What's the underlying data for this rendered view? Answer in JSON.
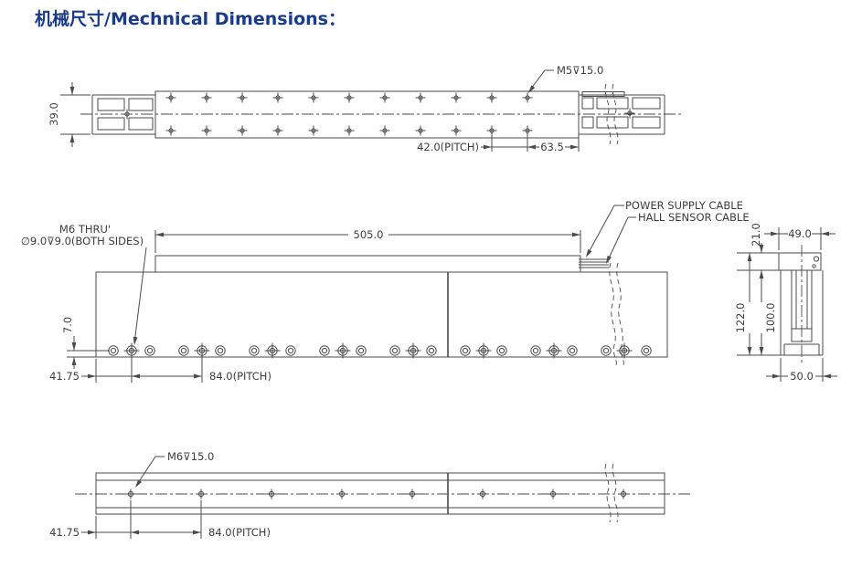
{
  "title": "机械尺寸/Mechnical Dimensions：",
  "colors": {
    "title_blue": "#1a3a8c",
    "line_gray": "#4b4b4b"
  },
  "top_view": {
    "label_m5": "M5⊽15.0",
    "dim_height": "39.0",
    "dim_pitch": "42.0(PITCH)",
    "dim_end": "63.5"
  },
  "front_view": {
    "label_m6_line1": "M6 THRU'",
    "label_m6_line2": "∅9.0⊽9.0(BOTH SIDES)",
    "label_power_cable": "POWER SUPPLY CABLE",
    "label_hall_cable": "HALL SENSOR CABLE",
    "dim_length": "505.0",
    "dim_hole_offset": "7.0",
    "dim_left": "41.75",
    "dim_pitch": "84.0(PITCH)"
  },
  "side_view": {
    "dim_top_height": "21.0",
    "dim_top_width": "49.0",
    "dim_total_height": "122.0",
    "dim_inner_height": "100.0",
    "dim_bottom_width": "50.0"
  },
  "bottom_view": {
    "label_m6": "M6⊽15.0",
    "dim_left": "41.75",
    "dim_pitch": "84.0(PITCH)"
  }
}
